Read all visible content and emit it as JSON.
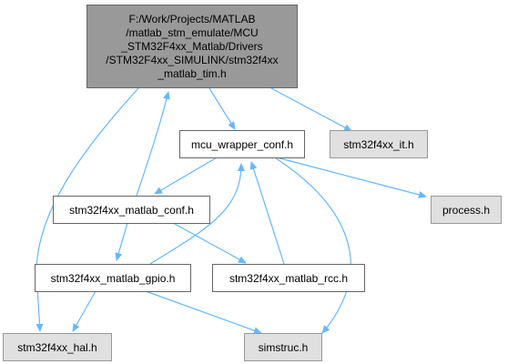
{
  "diagram": {
    "root": {
      "lines": [
        "F:/Work/Projects/MATLAB",
        "/matlab_stm_emulate/MCU",
        "_STM32F4xx_Matlab/Drivers",
        "/STM32F4xx_SIMULINK/stm32f4xx",
        "_matlab_tim.h"
      ]
    },
    "nodes": {
      "mcu_wrapper_conf": "mcu_wrapper_conf.h",
      "stm32f4xx_it": "stm32f4xx_it.h",
      "stm32f4xx_matlab_conf": "stm32f4xx_matlab_conf.h",
      "process": "process.h",
      "stm32f4xx_matlab_gpio": "stm32f4xx_matlab_gpio.h",
      "stm32f4xx_matlab_rcc": "stm32f4xx_matlab_rcc.h",
      "stm32f4xx_hal": "stm32f4xx_hal.h",
      "simstruc": "simstruc.h"
    },
    "colors": {
      "edge": "#63b8ff",
      "edge_back": "#63b8ff",
      "root_fill": "#999999",
      "external_fill": "#e0e0e0",
      "internal_fill": "#ffffff"
    }
  }
}
